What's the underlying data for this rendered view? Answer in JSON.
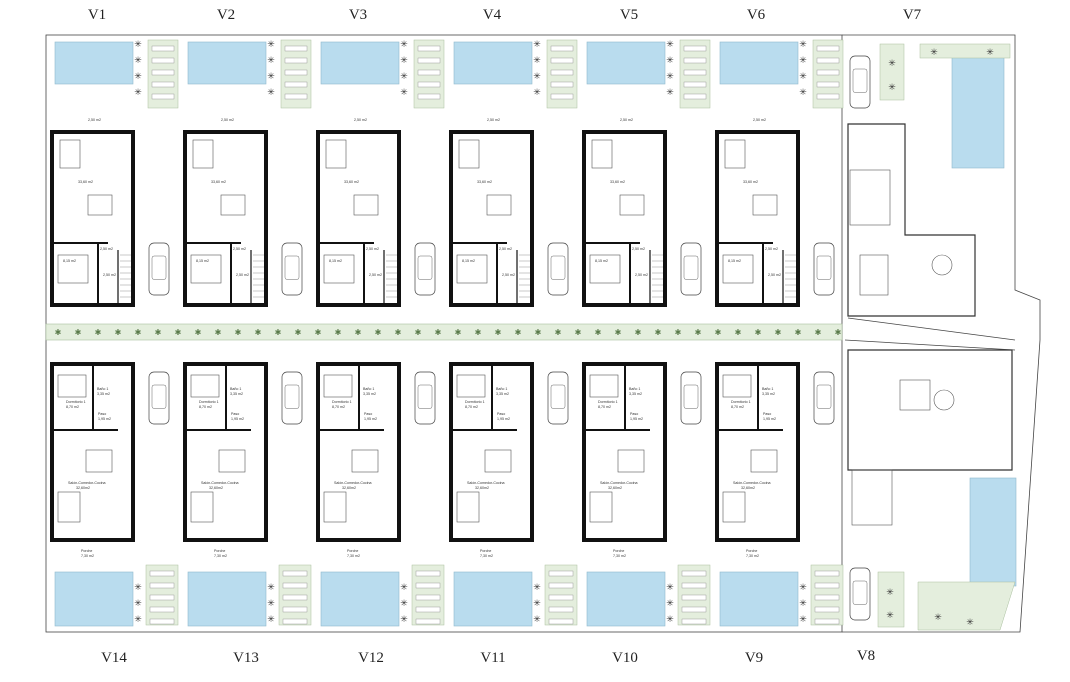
{
  "top_units": [
    "V1",
    "V2",
    "V3",
    "V4",
    "V5",
    "V6"
  ],
  "bottom_units": [
    "V14",
    "V13",
    "V12",
    "V11",
    "V10",
    "V9"
  ],
  "right_units": {
    "top": "V7",
    "bottom": "V8"
  },
  "top_rooms": {
    "terrace": "2,50 m2",
    "living": "33,60 m2",
    "bedroom": "8,15 m2",
    "bath": "2,50 m2",
    "storage": "2,50 m2"
  },
  "bottom_rooms": {
    "bedroom": "Dormitorio 1",
    "bedroom_area": "8,70 m2",
    "bath": "Baño 1",
    "bath_area": "3,35 m2",
    "hall": "Paso",
    "hall_area": "1,95 m2",
    "living": "Salón-Comedor-Cocina",
    "living_area": "32,60m2",
    "porch": "Porche",
    "porch_area": "7,30 m2"
  },
  "colors": {
    "pool": "#b9dcee",
    "pool_edge": "#8fb8cc",
    "garden": "#e4eedd",
    "garden_edge": "#a9bf9e",
    "wall": "#111111",
    "thin_line": "#555555"
  }
}
